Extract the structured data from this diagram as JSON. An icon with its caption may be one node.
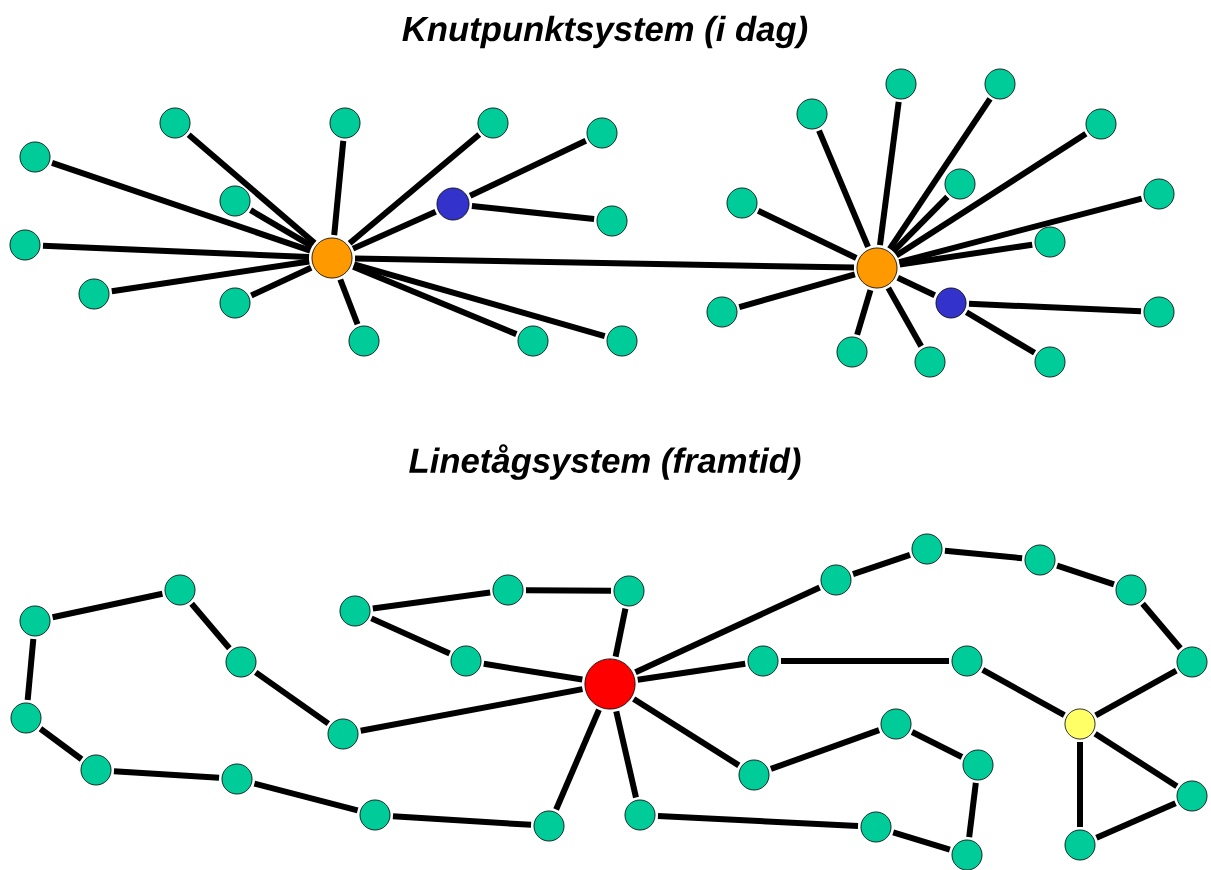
{
  "diagram": {
    "title": "Knutpunktsystem (i dag)",
    "nodes": [
      {
        "text": [],
        "shape": "circle"
      },
      {
        "text": [],
        "shape": "circle"
      },
      {
        "text": [],
        "shape": "circle"
      },
      {
        "text": [],
        "shape": "circle"
      },
      {
        "text": [],
        "shape": "circle"
      },
      {
        "text": [],
        "shape": "circle"
      },
      {
        "text": [],
        "shape": "circle"
      },
      {
        "text": [],
        "shape": "circle"
      },
      {
        "text": [],
        "shape": "circle"
      },
      {
        "text": [],
        "shape": "circle"
      },
      {
        "text": [],
        "shape": "circle"
      },
      {
        "text": [],
        "shape": "circle"
      },
      {
        "text": [],
        "shape": "circle"
      },
      {
        "text": [],
        "shape": "circle"
      },
      {
        "text": [],
        "shape": "circle"
      },
      {
        "text": [],
        "shape": "circle"
      },
      {
        "text": [],
        "shape": "circle"
      },
      {
        "text": [],
        "shape": "circle"
      },
      {
        "text": [],
        "shape": "circle"
      },
      {
        "text": [],
        "shape": "circle"
      },
      {
        "text": [],
        "shape": "circle"
      },
      {
        "text": [],
        "shape": "circle"
      },
      {
        "text": [],
        "shape": "circle"
      },
      {
        "text": [],
        "shape": "circle"
      },
      {
        "text": [],
        "shape": "circle"
      },
      {
        "text": [],
        "shape": "circle"
      },
      {
        "text": [],
        "shape": "circle"
      },
      {
        "text": [],
        "shape": "circle"
      },
      {
        "text": [],
        "shape": "circle"
      },
      {
        "text": [],
        "shape": "circle"
      },
      {
        "text": [],
        "shape": "circle"
      },
      {
        "text": [],
        "shape": "circle"
      },
      {
        "text": [],
        "shape": "circle"
      },
      {
        "text": [],
        "shape": "circle"
      },
      {
        "text": [],
        "shape": "circle"
      },
      {
        "text": [],
        "shape": "circle"
      },
      {
        "text": [],
        "shape": "circle"
      },
      {
        "text": [],
        "shape": "circle"
      },
      {
        "text": [],
        "shape": "circle"
      },
      {
        "text": [],
        "shape": "circle"
      },
      {
        "text": [],
        "shape": "circle"
      },
      {
        "text": [],
        "shape": "circle"
      },
      {
        "text": [],
        "shape": "circle"
      },
      {
        "text": [],
        "shape": "circle"
      },
      {
        "text": [],
        "shape": "circle"
      },
      {
        "text": [],
        "shape": "circle"
      },
      {
        "text": [],
        "shape": "circle"
      },
      {
        "text": [],
        "shape": "circle"
      },
      {
        "text": [],
        "shape": "circle"
      },
      {
        "text": [],
        "shape": "circle"
      },
      {
        "text": [],
        "shape": "circle"
      },
      {
        "text": [],
        "shape": "circle"
      },
      {
        "text": [],
        "shape": "circle"
      },
      {
        "text": [],
        "shape": "circle"
      },
      {
        "text": [],
        "shape": "circle"
      },
      {
        "text": [],
        "shape": "circle"
      },
      {
        "text": [],
        "shape": "circle"
      },
      {
        "text": [],
        "shape": "circle"
      },
      {
        "text": [],
        "shape": "circle"
      },
      {
        "text": [],
        "shape": "circle"
      }
    ],
    "edges": [
      {
        "from": 0,
        "to": 1,
        "arrow": "none"
      },
      {
        "from": 0,
        "to": 2,
        "arrow": "none"
      },
      {
        "from": 2,
        "to": 8,
        "arrow": "none"
      },
      {
        "from": 2,
        "to": 11,
        "arrow": "none"
      },
      {
        "from": 0,
        "to": 4,
        "arrow": "none"
      },
      {
        "from": 0,
        "to": 5,
        "arrow": "none"
      },
      {
        "from": 0,
        "to": 6,
        "arrow": "none"
      },
      {
        "from": 0,
        "to": 7,
        "arrow": "none"
      },
      {
        "from": 0,
        "to": 9,
        "arrow": "none"
      },
      {
        "from": 0,
        "to": 10,
        "arrow": "none"
      },
      {
        "from": 0,
        "to": 12,
        "arrow": "none"
      },
      {
        "from": 0,
        "to": 13,
        "arrow": "none"
      },
      {
        "from": 0,
        "to": 14,
        "arrow": "none"
      },
      {
        "from": 0,
        "to": 15,
        "arrow": "none"
      },
      {
        "from": 0,
        "to": 16,
        "arrow": "none"
      },
      {
        "from": 1,
        "to": 3,
        "arrow": "none"
      },
      {
        "from": 3,
        "to": 26,
        "arrow": "none"
      },
      {
        "from": 3,
        "to": 29,
        "arrow": "none"
      },
      {
        "from": 1,
        "to": 17,
        "arrow": "none"
      },
      {
        "from": 1,
        "to": 18,
        "arrow": "none"
      },
      {
        "from": 1,
        "to": 19,
        "arrow": "none"
      },
      {
        "from": 1,
        "to": 20,
        "arrow": "none"
      },
      {
        "from": 1,
        "to": 21,
        "arrow": "none"
      },
      {
        "from": 1,
        "to": 22,
        "arrow": "none"
      },
      {
        "from": 1,
        "to": 23,
        "arrow": "none"
      },
      {
        "from": 1,
        "to": 24,
        "arrow": "none"
      },
      {
        "from": 1,
        "to": 25,
        "arrow": "none"
      },
      {
        "from": 1,
        "to": 27,
        "arrow": "none"
      },
      {
        "from": 1,
        "to": 28,
        "arrow": "none"
      },
      {
        "from": 30,
        "to": 43,
        "arrow": "none"
      },
      {
        "from": 43,
        "to": 42,
        "arrow": "none"
      },
      {
        "from": 42,
        "to": 41,
        "arrow": "none"
      },
      {
        "from": 41,
        "to": 44,
        "arrow": "none"
      },
      {
        "from": 44,
        "to": 30,
        "arrow": "none"
      },
      {
        "from": 30,
        "to": 34,
        "arrow": "none"
      },
      {
        "from": 34,
        "to": 33,
        "arrow": "none"
      },
      {
        "from": 33,
        "to": 32,
        "arrow": "none"
      },
      {
        "from": 32,
        "to": 31,
        "arrow": "none"
      },
      {
        "from": 31,
        "to": 35,
        "arrow": "none"
      },
      {
        "from": 35,
        "to": 36,
        "arrow": "none"
      },
      {
        "from": 36,
        "to": 37,
        "arrow": "none"
      },
      {
        "from": 37,
        "to": 38,
        "arrow": "none"
      },
      {
        "from": 38,
        "to": 39,
        "arrow": "none"
      },
      {
        "from": 39,
        "to": 30,
        "arrow": "none"
      },
      {
        "from": 30,
        "to": 45,
        "arrow": "none"
      },
      {
        "from": 45,
        "to": 46,
        "arrow": "none"
      },
      {
        "from": 46,
        "to": 47,
        "arrow": "none"
      },
      {
        "from": 47,
        "to": 48,
        "arrow": "none"
      },
      {
        "from": 48,
        "to": 49,
        "arrow": "none"
      },
      {
        "from": 49,
        "to": 40,
        "arrow": "none"
      },
      {
        "from": 30,
        "to": 50,
        "arrow": "none"
      },
      {
        "from": 50,
        "to": 51,
        "arrow": "none"
      },
      {
        "from": 51,
        "to": 40,
        "arrow": "none"
      },
      {
        "from": 40,
        "to": 52,
        "arrow": "none"
      },
      {
        "from": 40,
        "to": 53,
        "arrow": "none"
      },
      {
        "from": 53,
        "to": 52,
        "arrow": "none"
      },
      {
        "from": 30,
        "to": 54,
        "arrow": "none"
      },
      {
        "from": 54,
        "to": 55,
        "arrow": "none"
      },
      {
        "from": 55,
        "to": 56,
        "arrow": "none"
      },
      {
        "from": 56,
        "to": 57,
        "arrow": "none"
      },
      {
        "from": 57,
        "to": 58,
        "arrow": "none"
      },
      {
        "from": 58,
        "to": 59,
        "arrow": "none"
      },
      {
        "from": 59,
        "to": 30,
        "arrow": "none"
      }
    ],
    "labels": [
      "Linetågsystem (framtid)"
    ]
  }
}
